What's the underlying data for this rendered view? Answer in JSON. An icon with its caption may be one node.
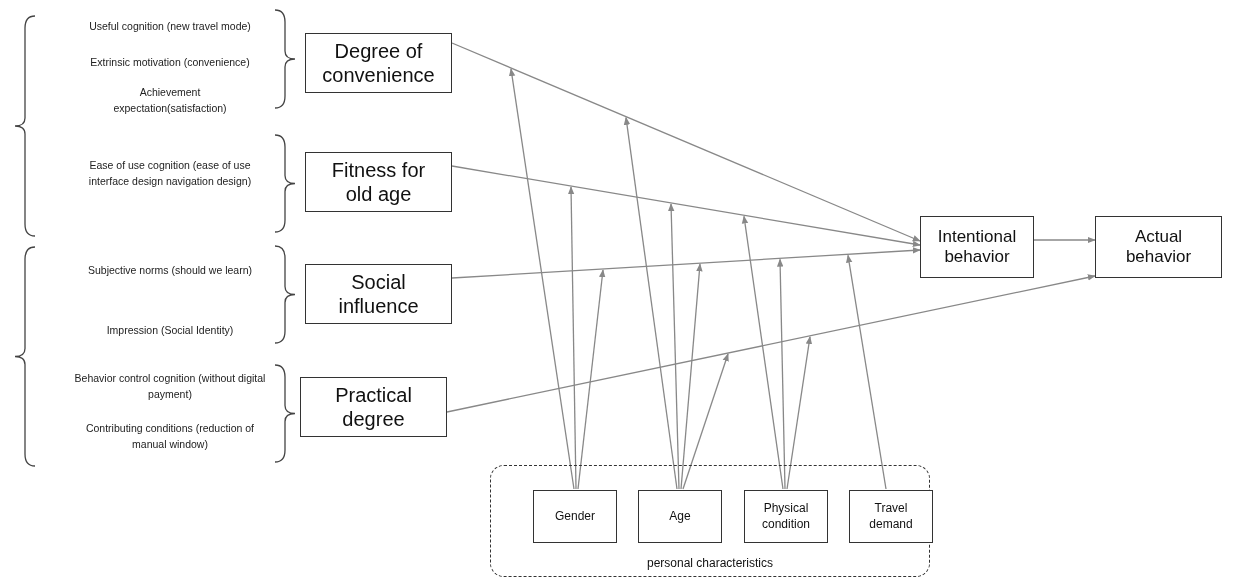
{
  "diagram": {
    "nodes": [
      {
        "text": [
          "Degree of convenience"
        ]
      },
      {
        "text": [
          "Fitness for old age"
        ]
      },
      {
        "text": [
          "Social influence"
        ]
      },
      {
        "text": [
          "Practical degree"
        ]
      },
      {
        "text": [
          "Intentional behavior"
        ]
      },
      {
        "text": [
          "Actual behavior"
        ]
      },
      {
        "text": [
          "personal characteristics"
        ]
      },
      {
        "text": [
          "Gender"
        ],
        "in": 6
      },
      {
        "text": [
          "Age"
        ],
        "in": 6
      },
      {
        "text": [
          "Physical condition"
        ],
        "in": 6
      },
      {
        "text": [
          "Travel demand"
        ],
        "in": 6
      }
    ],
    "edges": [
      {
        "from": 0,
        "to": 4,
        "arrow": "to"
      },
      {
        "from": 1,
        "to": 4,
        "arrow": "to"
      },
      {
        "from": 2,
        "to": 4,
        "arrow": "to"
      },
      {
        "from": 3,
        "to": 5,
        "arrow": "to"
      },
      {
        "from": 4,
        "to": 5,
        "arrow": "to"
      },
      {
        "from": 7,
        "to": null,
        "arrow": "to"
      },
      {
        "from": 7,
        "to": null,
        "arrow": "to"
      },
      {
        "from": 7,
        "to": null,
        "arrow": "to"
      },
      {
        "from": 8,
        "to": null,
        "arrow": "to"
      },
      {
        "from": 8,
        "to": null,
        "arrow": "to"
      },
      {
        "from": 8,
        "to": null,
        "arrow": "to"
      },
      {
        "from": 8,
        "to": null,
        "arrow": "to"
      },
      {
        "from": 9,
        "to": null,
        "arrow": "to"
      },
      {
        "from": 9,
        "to": null,
        "arrow": "to"
      },
      {
        "from": 9,
        "to": null,
        "arrow": "to"
      },
      {
        "from": 10,
        "to": null,
        "arrow": "to"
      }
    ],
    "labels": [
      "Useful cognition (new travel mode)",
      "Extrinsic motivation (convenience)",
      "Achievement expectation(satisfaction)",
      "Ease of use cognition (ease of use interface design navigation design)",
      "Subjective norms (should we learn)",
      "Impression (Social Identity)",
      "Behavior control cognition (without digital payment)",
      "Contributing conditions (reduction of manual window)"
    ]
  }
}
